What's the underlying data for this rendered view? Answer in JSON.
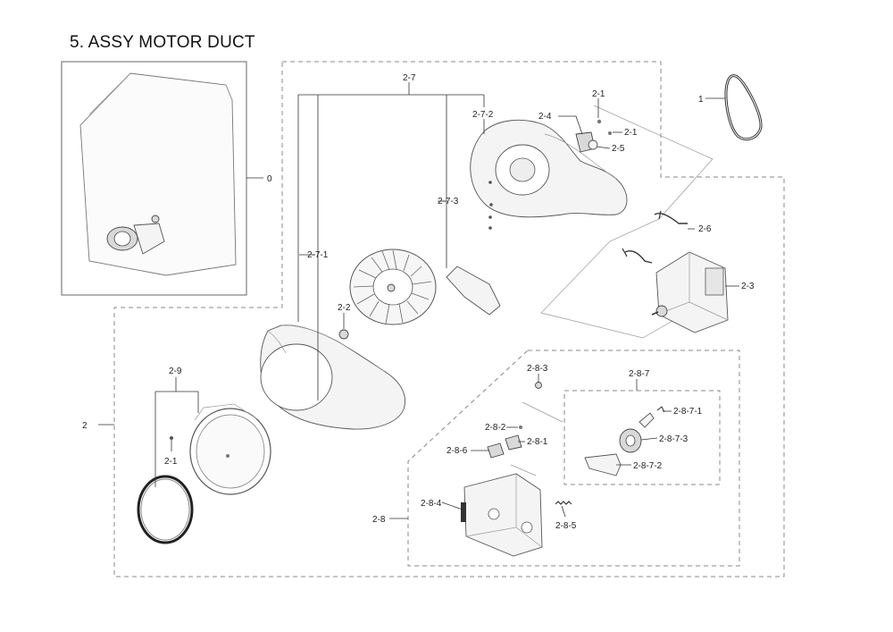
{
  "title": "5. ASSY MOTOR DUCT",
  "labels": {
    "l0": "0",
    "l1": "1",
    "l2": "2",
    "l2_1a": "2-1",
    "l2_1b": "2-1",
    "l2_1c": "2-1",
    "l2_2": "2-2",
    "l2_3": "2-3",
    "l2_4": "2-4",
    "l2_5": "2-5",
    "l2_6": "2-6",
    "l2_7": "2-7",
    "l2_7_1": "2-7-1",
    "l2_7_2": "2-7-2",
    "l2_7_3": "2-7-3",
    "l2_8": "2-8",
    "l2_8_1": "2-8-1",
    "l2_8_2": "2-8-2",
    "l2_8_3": "2-8-3",
    "l2_8_4": "2-8-4",
    "l2_8_5": "2-8-5",
    "l2_8_6": "2-8-6",
    "l2_8_7": "2-8-7",
    "l2_8_7_1": "2-8-7-1",
    "l2_8_7_2": "2-8-7-2",
    "l2_8_7_3": "2-8-7-3",
    "l2_9": "2-9"
  }
}
